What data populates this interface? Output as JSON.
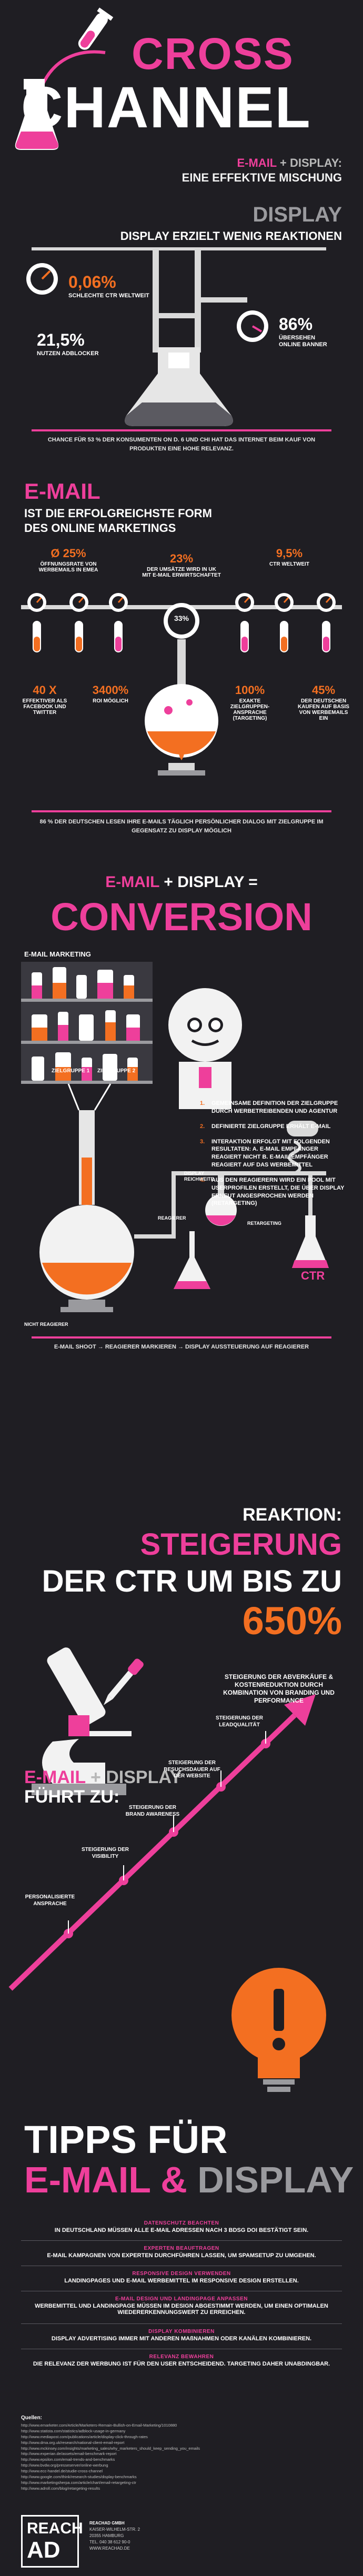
{
  "header": {
    "title_line1": "CROSS",
    "title_line2": "CHANNEL",
    "sub_email": "E-MAIL",
    "sub_plus": "+",
    "sub_display": "DISPLAY:",
    "sub_line2": "EINE EFFEKTIVE MISCHUNG"
  },
  "display": {
    "heading": "DISPLAY",
    "subheading": "DISPLAY ERZIELT WENIG REAKTIONEN",
    "stat1_value": "0,06%",
    "stat1_label": "SCHLECHTE CTR WELTWEIT",
    "stat2_value": "21,5%",
    "stat2_label": "NUTZEN ADBLOCKER",
    "stat3_value": "86%",
    "stat3_label": "ÜBERSEHEN ONLINE BANNER",
    "note": "CHANCE FÜR 53 % DER KONSUMENTEN ON D. 6 UND CHI HAT DAS INTERNET BEIM KAUF VON PRODUKTEN EINE HOHE RELEVANZ."
  },
  "email": {
    "heading": "E-MAIL",
    "subheading_line1": "IST DIE ERFOLGREICHSTE FORM",
    "subheading_line2": "DES ONLINE MARKETINGS",
    "stats": [
      {
        "value": "Ø 25%",
        "label": "ÖFFNUNGSRATE VON WERBEMAILS IN EMEA"
      },
      {
        "value": "23%",
        "label": "DER UMSÄTZE WIRD IN UK MIT E-MAIL ERWIRTSCHAFTET"
      },
      {
        "value": "9,5%",
        "label": "CTR WELTWEIT"
      },
      {
        "value": "40 X",
        "label": "EFFEKTIVER ALS FACEBOOK UND TWITTER"
      },
      {
        "value": "3400%",
        "label": "ROI MÖGLICH"
      },
      {
        "value": "100%",
        "label": "EXAKTE ZIELGRUPPEN-ANSPRACHE (TARGETING)"
      },
      {
        "value": "45%",
        "label": "DER DEUTSCHEN KAUFEN AUF BASIS VON WERBEMAILS EIN"
      }
    ],
    "gauge_value": "33%",
    "note": "86 % DER DEUTSCHEN LESEN IHRE E-MAILS TÄGLICH PERSÖNLICHER DIALOG MIT ZIELGRUPPE IM GEGENSATZ ZU DISPLAY MÖGLICH"
  },
  "conversion": {
    "heading_email": "E-MAIL",
    "heading_plus": "+",
    "heading_display": "DISPLAY",
    "heading_eq": "=",
    "heading_big": "CONVERSION",
    "email_marketing_label": "E-MAIL MARKETING",
    "group1": "ZIELGRUPPE 1",
    "group2": "ZIELGRUPPE 2",
    "steps": [
      {
        "n": "1.",
        "t": "GEMEINSAME DEFINITION DER ZIELGRUPPE DURCH WERBETREIBENDEN UND AGENTUR"
      },
      {
        "n": "2.",
        "t": "DEFINIERTE ZIELGRUPPE ERHÄLT E-MAIL"
      },
      {
        "n": "3.",
        "t": "INTERAKTION ERFOLGT MIT FOLGENDEN RESULTATEN: A. E-MAIL EMPFÄNGER REAGIERT NICHT B. E-MAIL EMPFÄNGER REAGIERT AUF DAS WERBEMITTEL"
      },
      {
        "n": "4.",
        "t": "AUS DEN REAGIERERN WIRD EIN POOL MIT USERPROFILEN ERSTELLT, DIE ÜBER DISPLAY ERNEUT ANGESPROCHEN WERDEN (RETARGETING)"
      }
    ],
    "display_reichweite": "DISPLAY REICHWEITE",
    "reagierer": "REAGIERER",
    "retargeting": "RETARGETING",
    "nicht_reagierer": "NICHT REAGIERER",
    "ctr": "CTR",
    "note": "E-MAIL SHOOT → REAGIERER MARKIEREN → DISPLAY AUSSTEUERUNG AUF REAGIERER"
  },
  "reaktion": {
    "line1": "REAKTION:",
    "line2": "STEIGERUNG",
    "line3a": "DER CTR UM BIS ZU",
    "line4": "650%",
    "steigerung_abverkauf": "STEIGERUNG DER ABVERKÄUFE & KOSTENREDUKTION DURCH KOMBINATION VON BRANDING UND PERFORMANCE",
    "fuehrt_email": "E-MAIL",
    "fuehrt_plus": "+",
    "fuehrt_display": "DISPLAY",
    "fuehrt_zu": "FÜHRT ZU:",
    "steps": [
      "STEIGERUNG DER LEADQUALITÄT",
      "STEIGERUNG DER BESUCHSDAUER AUF DER WEBSITE",
      "STEIGERUNG DER BRAND AWARENESS",
      "STEIGERUNG DER VISIBILITY",
      "PERSONALISIERTE ANSPRACHE"
    ]
  },
  "tipps": {
    "line1": "TIPPS FÜR",
    "line2_email": "E-MAIL",
    "line2_amp": "&",
    "line2_display": "DISPLAY",
    "items": [
      {
        "h": "DATENSCHUTZ BEACHTEN",
        "t": "IN DEUTSCHLAND MÜSSEN ALLE E-MAIL ADRESSEN NACH 3 BDSG DOI BESTÄTIGT SEIN."
      },
      {
        "h": "EXPERTEN BEAUFTRAGEN",
        "t": "E-MAIL KAMPAGNEN VON EXPERTEN DURCHFÜHREN LASSEN, UM SPAMSETUP ZU UMGEHEN."
      },
      {
        "h": "RESPONSIVE DESIGN VERWENDEN",
        "t": "LANDINGPAGES UND E-MAIL WERBEMITTEL IM RESPONSIVE DESIGN ERSTELLEN."
      },
      {
        "h": "E-MAIL DESIGN UND LANDINGPAGE ANPASSEN",
        "t": "WERBEMITTEL UND LANDINGPAGE MÜSSEN IM DESIGN ABGESTIMMT WERDEN, UM EINEN OPTIMALEN WIEDERERKENNUNGSWERT ZU ERREICHEN."
      },
      {
        "h": "DISPLAY KOMBINIEREN",
        "t": "DISPLAY ADVERTISING IMMER MIT ANDEREN MAßNAHMEN ODER KANÄLEN KOMBINIEREN."
      },
      {
        "h": "RELEVANZ BEWAHREN",
        "t": "DIE RELEVANZ DER WERBUNG IST FÜR DEN USER ENTSCHEIDEND. TARGETING DAHER UNABDINGBAR."
      }
    ]
  },
  "sources": {
    "heading": "Quellen:",
    "lines": [
      "http://www.emarketer.com/Article/Marketers-Remain-Bullish-on-Email-Marketing/1010880",
      "http://www.statista.com/statistics/adblock-usage-in-germany",
      "http://www.mediapost.com/publications/article/display-click-through-rates",
      "http://www.dma.org.uk/research/national-client-email-report",
      "http://www.mckinsey.com/insights/marketing_sales/why_marketers_should_keep_sending_you_emails",
      "http://www.experian.de/assets/email-benchmark-report",
      "http://www.epsilon.com/email-trends-and-benchmarks",
      "http://www.bvdw.org/presseserver/online-werbung",
      "http://www.ecc-handel.de/studie-cross-channel",
      "http://www.google.com/think/research-studies/display-benchmarks",
      "http://www.marketingsherpa.com/article/chart/email-retargeting-ctr",
      "http://www.adroll.com/blog/retargeting-results"
    ]
  },
  "footer": {
    "logo_line1": "REACH",
    "logo_line2": "AD",
    "company": "REACHAD GMBH",
    "addr1": "KAISER-WILHELM-STR. 2",
    "addr2": "20355 HAMBURG",
    "phone": "TEL. 040 38 612 90-0",
    "web": "WWW.REACHAD.DE"
  }
}
